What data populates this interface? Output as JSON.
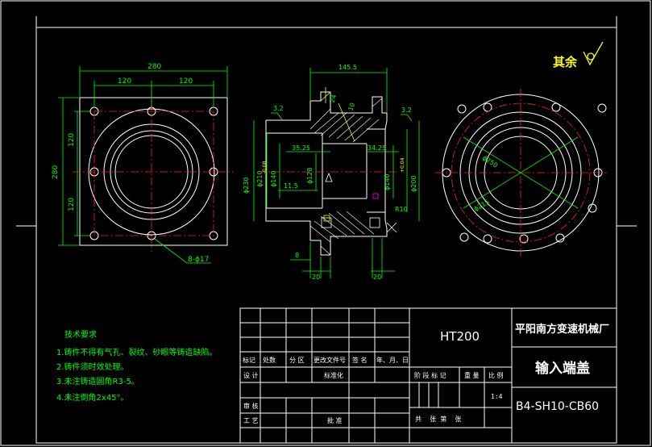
{
  "colors": {
    "background": "#000000",
    "outline": "#ffffff",
    "dimension": "#00ff00",
    "centerline": "#ff2020",
    "accent": "#ffff00",
    "magenta": "#ff00ff",
    "notes": "#00ff00"
  },
  "surface_finish": "其余",
  "front_view": {
    "dim_overall": "280",
    "dim_left_half": "120",
    "dim_right_half": "120",
    "dim_height": "280",
    "dim_v_top": "120",
    "dim_v_bottom": "120",
    "hole_callout": "8-ϕ17"
  },
  "section_view": {
    "dim_length": "145.5",
    "d230": "ϕ230",
    "d210": "ϕ210",
    "d140_left": "ϕ140",
    "d128": "ϕ128",
    "d140_right": "ϕ140",
    "d200": "ϕ200",
    "dim_35_25": "35.25",
    "dim_34_25": "34.25",
    "dim_11_5": "11.5",
    "dim_r10": "R10",
    "dim_8": "8",
    "dim_20_left": "20",
    "dim_20_right": "20",
    "dim_24": "24",
    "dim_10": "10",
    "rough_a": "3.2",
    "rough_b": "3.2",
    "tol_minus": "-0.08",
    "tol_plus": "+0.04"
  },
  "side_view": {
    "d250": "ϕ250",
    "d215": "ϕ215"
  },
  "tech_requirements": {
    "title": "技术要求",
    "items": [
      "1.铸件不得有气孔、裂纹、砂眼等铸造缺陷。",
      "2.铸件须时效处理。",
      "3.未注铸造圆角R3-5。",
      "4.未注倒角2x45°。"
    ]
  },
  "title_block": {
    "material": "HT200",
    "company": "平阳南方变速机械厂",
    "part_name": "输入端盖",
    "drawing_no": "B4-SH10-CB60",
    "scale": "1:4",
    "h_mark": "标记",
    "h_count": "处数",
    "h_zone": "分 区",
    "h_change": "更改文件号",
    "h_sign": "签 名",
    "h_date": "年、月、日",
    "h_design": "设 计",
    "h_standard": "标准化",
    "h_stage": "阶 段 标 记",
    "h_weight": "重 量",
    "h_scale": "比 例",
    "h_check": "审 核",
    "h_process": "工 艺",
    "h_approve": "批 准",
    "h_sheets": "共    张  第    张"
  }
}
